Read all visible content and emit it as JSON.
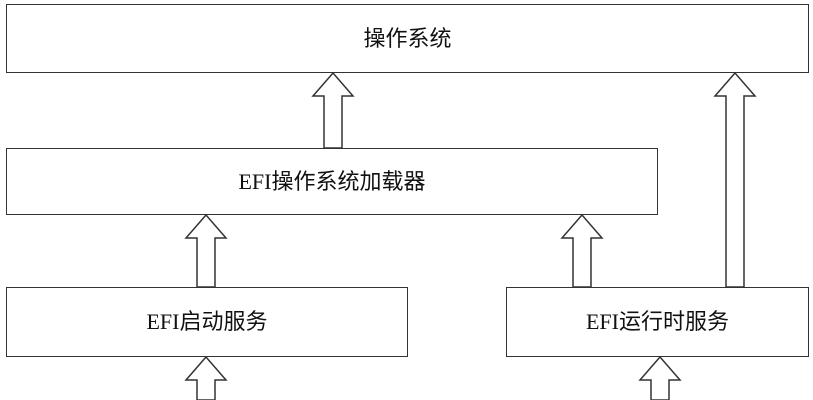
{
  "diagram": {
    "boxes": {
      "os": "操作系统",
      "loader": "EFI操作系统加载器",
      "boot_services": "EFI启动服务",
      "runtime_services": "EFI运行时服务"
    },
    "colors": {
      "line": "#333333",
      "fill": "#ffffff",
      "text": "#111111"
    },
    "arrows": [
      {
        "name": "arrow-loader-to-os",
        "direction": "up",
        "from": "loader",
        "to": "os"
      },
      {
        "name": "arrow-boot-to-loader",
        "direction": "up",
        "from": "boot_services",
        "to": "loader"
      },
      {
        "name": "arrow-runtime-to-loader",
        "direction": "up",
        "from": "runtime_services",
        "to": "loader"
      },
      {
        "name": "arrow-runtime-to-os",
        "direction": "up",
        "from": "runtime_services",
        "to": "os"
      },
      {
        "name": "arrow-into-boot",
        "direction": "up",
        "to": "boot_services"
      },
      {
        "name": "arrow-into-runtime",
        "direction": "up",
        "to": "runtime_services"
      }
    ]
  }
}
